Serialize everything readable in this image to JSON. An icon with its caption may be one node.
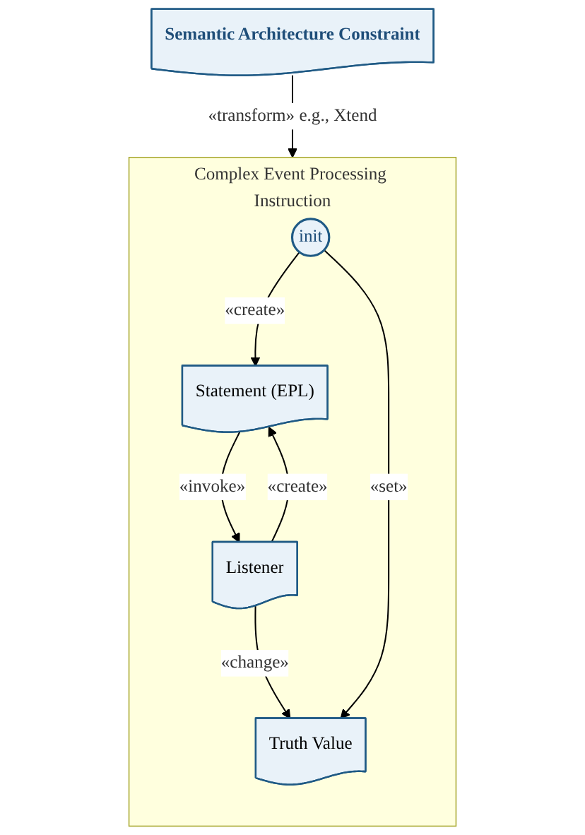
{
  "diagram": {
    "nodes": [
      {
        "text": [
          "Semantic Architecture Constraint"
        ]
      },
      {
        "text": [
          "Complex Event Processing Instruction"
        ]
      },
      {
        "text": [
          "init"
        ],
        "in": 1
      },
      {
        "text": [
          "Statement (EPL)"
        ],
        "in": 1
      },
      {
        "text": [
          "Listener"
        ],
        "in": 1
      },
      {
        "text": [
          "Truth Value"
        ],
        "in": 1
      }
    ],
    "edges": [
      {
        "from": 0,
        "to": 1,
        "arrow": "to",
        "label": "«transform» e.g., Xtend"
      },
      {
        "from": 2,
        "to": 3,
        "arrow": "to",
        "label": "«create»"
      },
      {
        "from": 3,
        "to": 4,
        "arrow": "to",
        "label": "«invoke»"
      },
      {
        "from": 4,
        "to": 3,
        "arrow": "to",
        "label": "«create»"
      },
      {
        "from": 4,
        "to": 5,
        "arrow": "to",
        "label": "«change»"
      },
      {
        "from": 2,
        "to": 5,
        "arrow": "to",
        "label": "«set»"
      }
    ]
  }
}
